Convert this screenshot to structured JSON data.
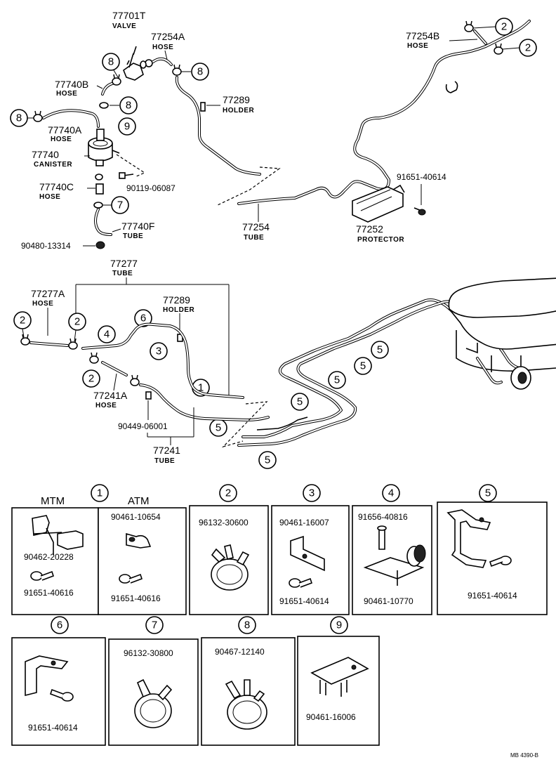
{
  "top_left": {
    "valve": {
      "number": "77701T",
      "name": "VALVE"
    },
    "hose_a": {
      "number": "77254A",
      "name": "HOSE"
    },
    "hose_b": {
      "number": "77740B",
      "name": "HOSE"
    },
    "holder": {
      "number": "77289",
      "name": "HOLDER"
    },
    "hose_740a": {
      "number": "77740A",
      "name": "HOSE"
    },
    "canister": {
      "number": "77740",
      "name": "CANISTER"
    },
    "hose_740c": {
      "number": "77740C",
      "name": "HOSE"
    },
    "bolt_01": {
      "number": "90119-06087"
    },
    "tube_740f": {
      "number": "77740F",
      "name": "TUBE"
    },
    "clip_bottom": {
      "number": "90480-13314"
    }
  },
  "top_right": {
    "hose_254b": {
      "number": "77254B",
      "name": "HOSE"
    },
    "bolt_614": {
      "number": "91651-40614"
    },
    "tube_254": {
      "number": "77254",
      "name": "TUBE"
    },
    "protector": {
      "number": "77252",
      "name": "PROTECTOR"
    }
  },
  "middle": {
    "tube_277": {
      "number": "77277",
      "name": "TUBE"
    },
    "hose_277a": {
      "number": "77277A",
      "name": "HOSE"
    },
    "holder_289": {
      "number": "77289",
      "name": "HOLDER"
    },
    "hose_241a": {
      "number": "77241A",
      "name": "HOSE"
    },
    "clip_449": {
      "number": "90449-06001"
    },
    "tube_241": {
      "number": "77241",
      "name": "TUBE"
    }
  },
  "callouts": [
    "1",
    "2",
    "3",
    "4",
    "5",
    "6",
    "7",
    "8",
    "9"
  ],
  "details": {
    "d1": {
      "num": "1",
      "mtm": "MTM",
      "atm": "ATM",
      "p1": "90462-20228",
      "p2": "91651-40616",
      "p3": "90461-10654",
      "p4": "91651-40616"
    },
    "d2": {
      "num": "2",
      "p1": "96132-30600"
    },
    "d3": {
      "num": "3",
      "p1": "90461-16007",
      "p2": "91651-40614"
    },
    "d4": {
      "num": "4",
      "p1": "91656-40816",
      "p2": "90461-10770"
    },
    "d5": {
      "num": "5",
      "p1": "91651-40614"
    },
    "d6": {
      "num": "6",
      "p1": "91651-40614"
    },
    "d7": {
      "num": "7",
      "p1": "96132-30800"
    },
    "d8": {
      "num": "8",
      "p1": "90467-12140"
    },
    "d9": {
      "num": "9",
      "p1": "90461-16006"
    }
  },
  "footer_code": "MB 4390-B"
}
